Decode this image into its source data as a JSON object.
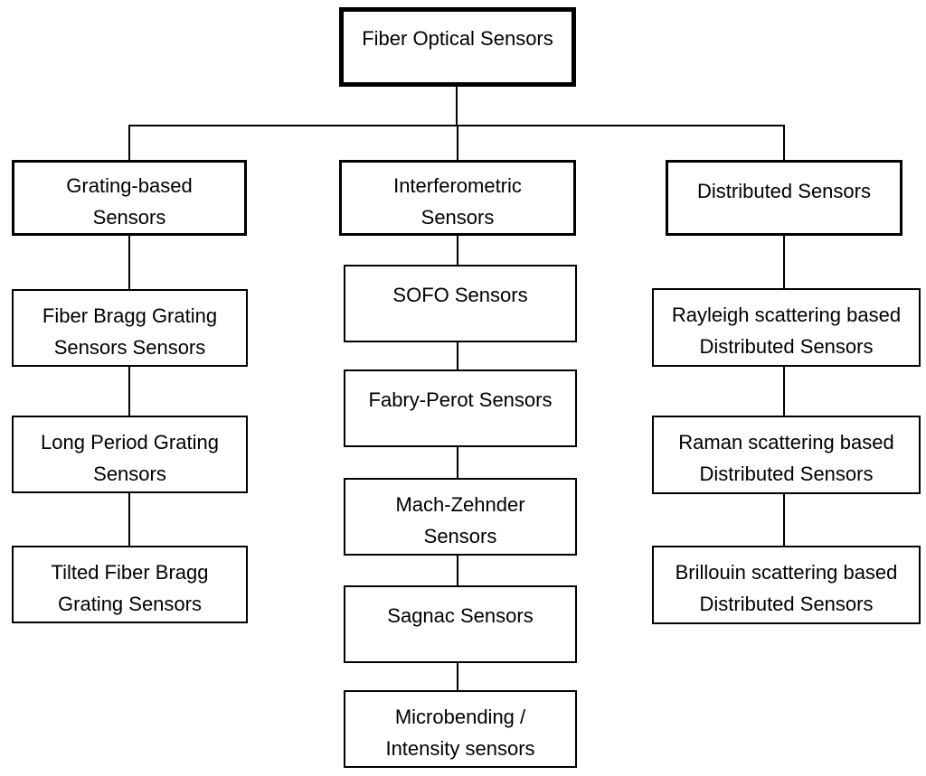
{
  "diagram": {
    "root": {
      "lines": [
        "Fiber Optical Sensors"
      ]
    },
    "branches": [
      {
        "lines": [
          "Grating-based",
          "Sensors"
        ],
        "children": [
          {
            "lines": [
              "Fiber Bragg Grating",
              "Sensors Sensors"
            ]
          },
          {
            "lines": [
              "Long Period Grating",
              "Sensors"
            ]
          },
          {
            "lines": [
              "Tilted Fiber Bragg",
              "Grating Sensors"
            ]
          }
        ]
      },
      {
        "lines": [
          "Interferometric",
          "Sensors"
        ],
        "children": [
          {
            "lines": [
              "SOFO Sensors"
            ]
          },
          {
            "lines": [
              "Fabry-Perot Sensors"
            ]
          },
          {
            "lines": [
              "Mach-Zehnder",
              "Sensors"
            ]
          },
          {
            "lines": [
              "Sagnac Sensors"
            ]
          },
          {
            "lines": [
              "Microbending /",
              "Intensity sensors"
            ]
          }
        ]
      },
      {
        "lines": [
          "Distributed Sensors"
        ],
        "children": [
          {
            "lines": [
              "Rayleigh scattering based",
              "Distributed Sensors"
            ]
          },
          {
            "lines": [
              "Raman scattering based",
              "Distributed Sensors"
            ]
          },
          {
            "lines": [
              "Brillouin scattering based",
              "Distributed Sensors"
            ]
          }
        ]
      }
    ],
    "colors": {
      "border": "#000000",
      "background": "#ffffff",
      "text": "#000000",
      "line": "#000000"
    }
  }
}
